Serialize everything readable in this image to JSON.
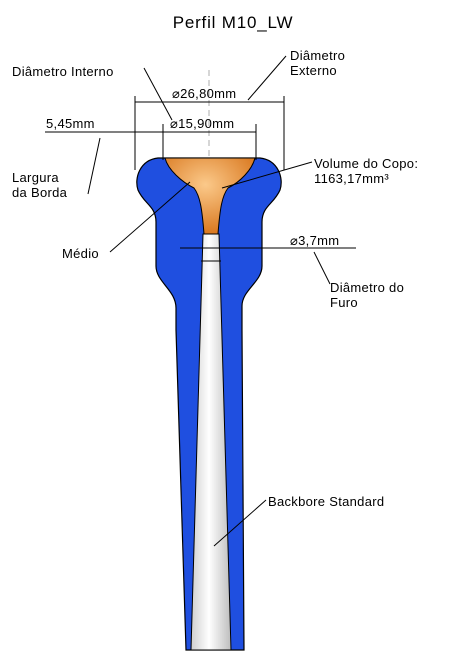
{
  "title": "Perfil M10_LW",
  "labels": {
    "diametro_externo_1": "Diâmetro",
    "diametro_externo_2": "Externo",
    "diametro_interno": "Diâmetro Interno",
    "outer_dim": "⌀26,80mm",
    "inner_dim": "⌀15,90mm",
    "rim_width_value": "5,45mm",
    "largura_1": "Largura",
    "largura_2": "da Borda",
    "volume_1": "Volume do Copo:",
    "volume_2": "1163,17mm³",
    "medio": "Médio",
    "throat_dim": "⌀3,7mm",
    "diametro_furo_1": "Diâmetro do",
    "diametro_furo_2": "Furo",
    "backbore": "Backbore Standard"
  },
  "colors": {
    "body": "#1f4fe0",
    "cup": "#e8913c",
    "bore": "#e4e4e4",
    "outline": "#000000"
  }
}
